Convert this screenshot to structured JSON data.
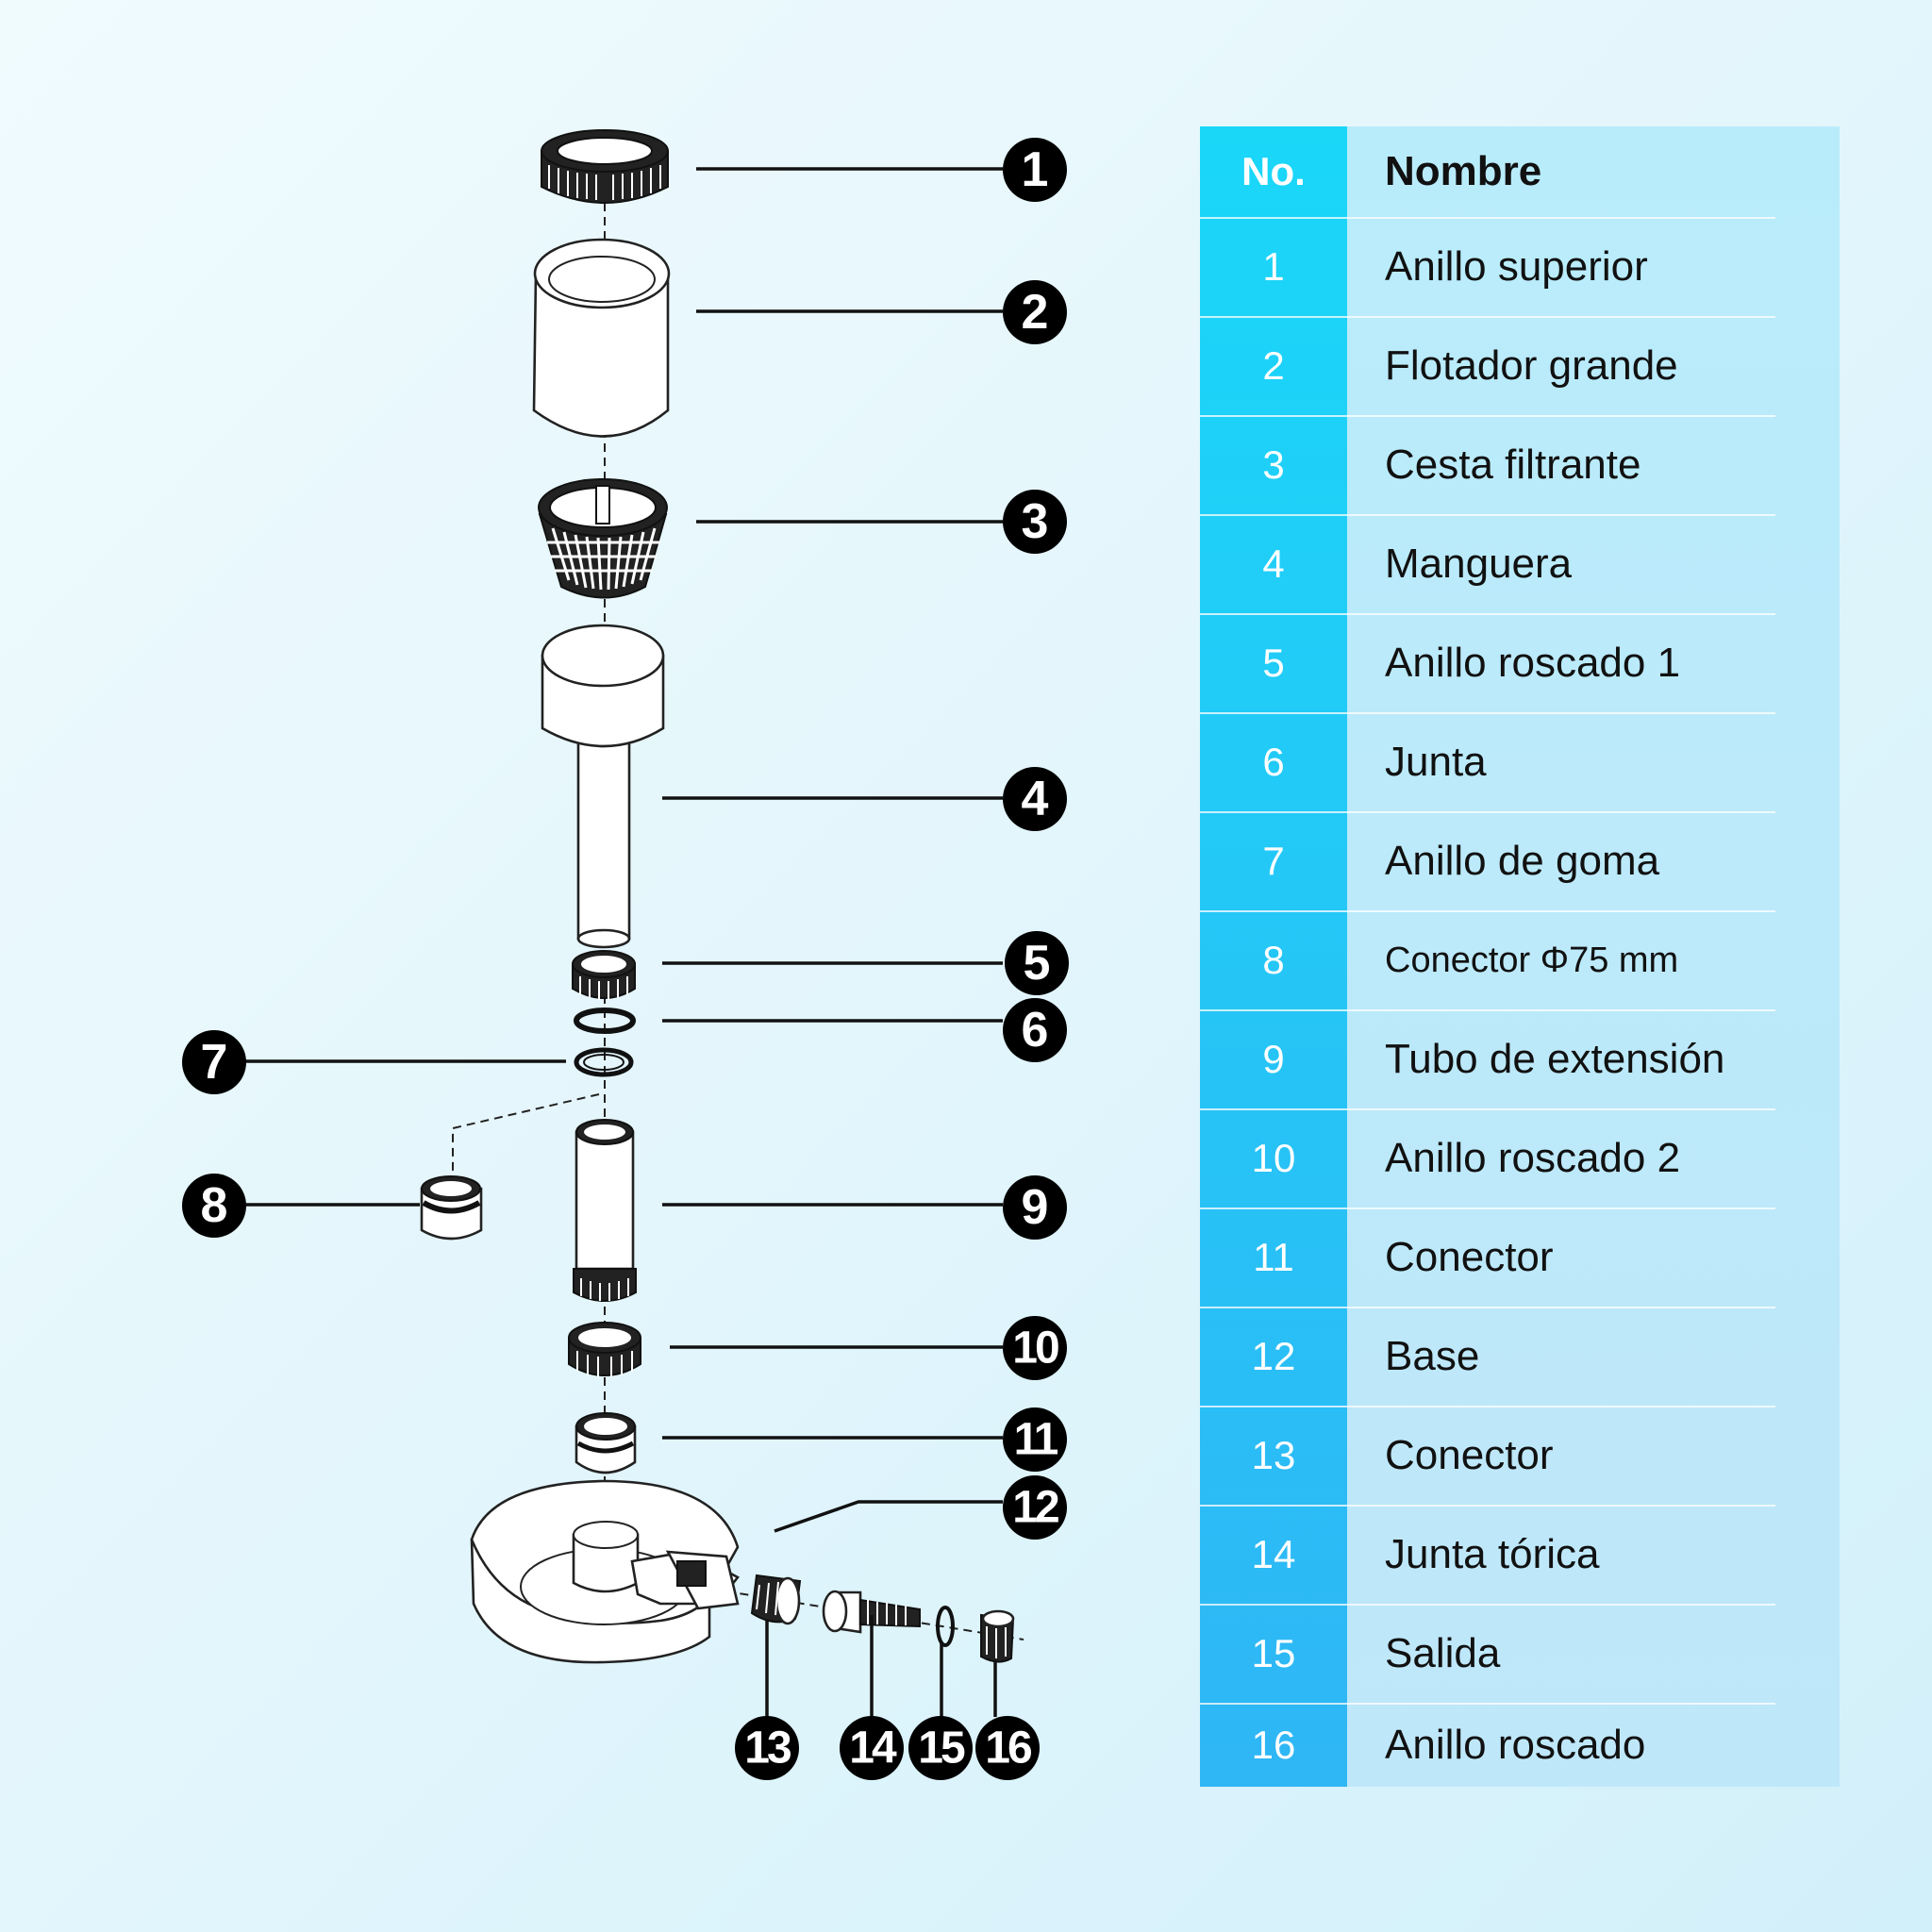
{
  "diagram": {
    "callouts": [
      "1",
      "2",
      "3",
      "4",
      "5",
      "6",
      "7",
      "8",
      "9",
      "10",
      "11",
      "12",
      "13",
      "14",
      "15",
      "16"
    ]
  },
  "table": {
    "header": {
      "number": "No.",
      "name": "Nombre"
    },
    "rows": [
      {
        "number": "1",
        "name": "Anillo superior"
      },
      {
        "number": "2",
        "name": "Flotador grande"
      },
      {
        "number": "3",
        "name": "Cesta filtrante"
      },
      {
        "number": "4",
        "name": "Manguera"
      },
      {
        "number": "5",
        "name": "Anillo roscado 1"
      },
      {
        "number": "6",
        "name": "Junta"
      },
      {
        "number": "7",
        "name": "Anillo de goma"
      },
      {
        "number": "8",
        "name": "Conector Φ75 mm"
      },
      {
        "number": "9",
        "name": "Tubo de extensión"
      },
      {
        "number": "10",
        "name": "Anillo roscado 2"
      },
      {
        "number": "11",
        "name": "Conector"
      },
      {
        "number": "12",
        "name": "Base"
      },
      {
        "number": "13",
        "name": "Conector"
      },
      {
        "number": "14",
        "name": "Junta tórica"
      },
      {
        "number": "15",
        "name": "Salida"
      },
      {
        "number": "16",
        "name": "Anillo roscado"
      }
    ],
    "colors": {
      "number_column": "#1ad7f8",
      "name_column": "#b9ecfb"
    }
  }
}
